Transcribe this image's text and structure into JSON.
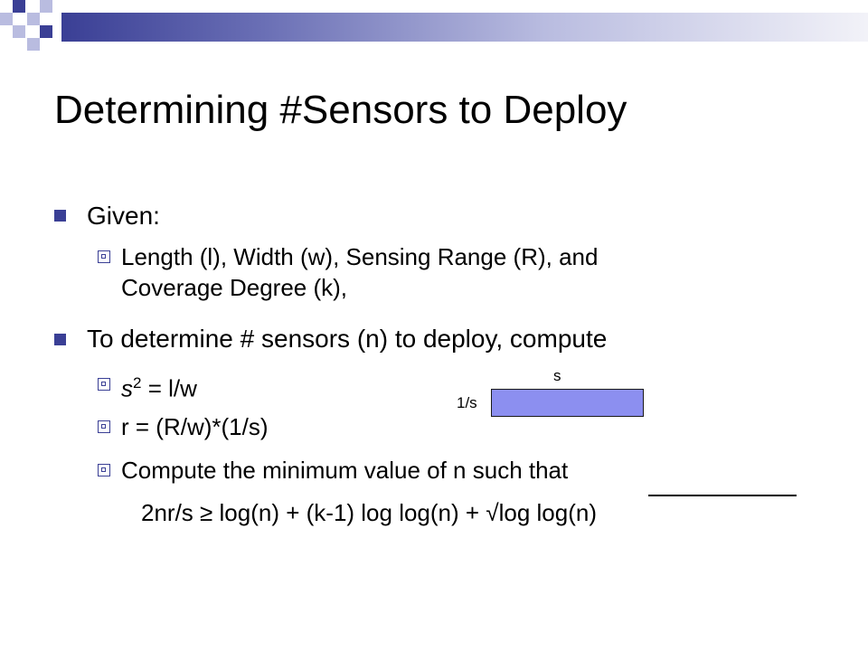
{
  "slide": {
    "title": "Determining #Sensors to Deploy",
    "bullets": {
      "given_label": "Given:",
      "given_text_line1": "Length (l), Width (w), Sensing Range (R), and",
      "given_text_line2": "Coverage Degree (k),",
      "determine_text": "To determine # sensors (n) to deploy, compute",
      "formula_s": "s",
      "formula_s_exp": "2",
      "formula_s_rest": " = l/w",
      "formula_r": "r = (R/w)*(1/s)",
      "compute_line": "Compute the minimum value of n such that",
      "inequality_left": "2nr/s ≥ log(n) + (k-1) log log(n) + ",
      "sqrt_symbol": "√",
      "inequality_sqrt": "log log(n)"
    },
    "diagram": {
      "top_label": "s",
      "side_label": "1/s",
      "fill_color": "#8c8ff0"
    },
    "colors": {
      "accent": "#3a3f95",
      "accent_light": "#b9bce0"
    }
  }
}
